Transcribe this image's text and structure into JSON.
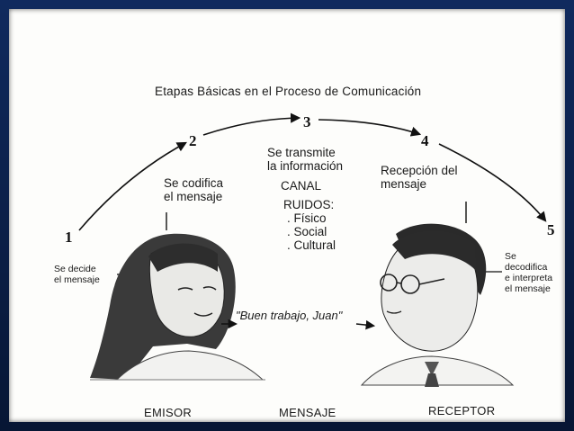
{
  "diagram": {
    "title": "Etapas Básicas en el Proceso de Comunicación",
    "stages": [
      {
        "number": "1",
        "text": [
          "Se decide",
          "el mensaje"
        ]
      },
      {
        "number": "2",
        "text": [
          "Se codifica",
          "el mensaje"
        ]
      },
      {
        "number": "3",
        "text": [
          "Se transmite",
          "la información"
        ]
      },
      {
        "number": "4",
        "text": [
          "Recepción del",
          "mensaje"
        ]
      },
      {
        "number": "5",
        "text": [
          "Se",
          "decodifica",
          "e interpreta",
          "el mensaje"
        ]
      }
    ],
    "channel": {
      "label": "CANAL",
      "noise_label": "RUIDOS:",
      "noise_items": [
        ". Físico",
        ". Social",
        ". Cultural"
      ]
    },
    "message_quote": "\"Buen trabajo, Juan\"",
    "roles": {
      "sender": "EMISOR",
      "message": "MENSAJE",
      "receiver": "RECEPTOR"
    }
  },
  "colors": {
    "frame": "#0b1f4a",
    "paper": "#fdfdfb",
    "ink": "#1a1a1a"
  }
}
